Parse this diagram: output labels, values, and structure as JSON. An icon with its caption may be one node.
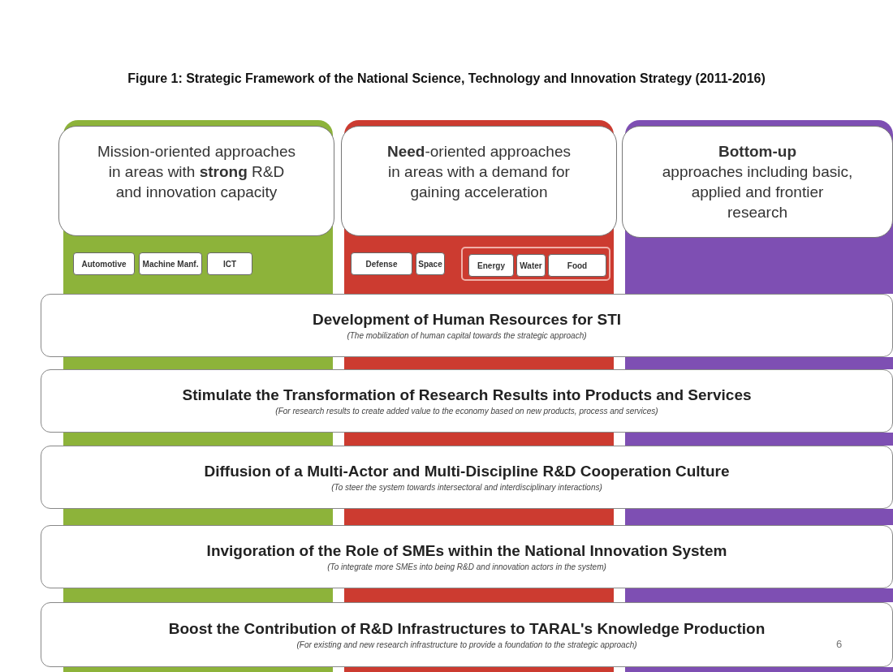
{
  "diagram": {
    "title": "Figure 1: Strategic Framework of the National Science, Technology and Innovation Strategy (2011-2016)",
    "nodes": [
      {
        "text": [],
        "shape": "bar"
      },
      {
        "text": [
          "Mission-oriented approaches in areas with **strong** R&D and innovation capacity"
        ],
        "in": 0
      },
      {
        "text": [
          "Automotive"
        ],
        "in": 0
      },
      {
        "text": [
          "Machine Manf."
        ],
        "in": 0
      },
      {
        "text": [
          "ICT"
        ],
        "in": 0
      },
      {
        "text": [],
        "shape": "bar"
      },
      {
        "text": [
          "**Need**-oriented approaches in areas with a demand for gaining acceleration"
        ],
        "in": 5
      },
      {
        "text": [
          "Defense"
        ],
        "in": 5
      },
      {
        "text": [
          "Space"
        ],
        "in": 5
      },
      {
        "text": [],
        "shape": "box",
        "in": 5
      },
      {
        "text": [
          "Energy"
        ],
        "in": 9
      },
      {
        "text": [
          "Water"
        ],
        "in": 9
      },
      {
        "text": [
          "Food"
        ],
        "in": 9
      },
      {
        "text": [],
        "shape": "bar"
      },
      {
        "text": [
          "Bottom-up",
          "approaches including basic, applied and frontier research"
        ],
        "in": 13
      },
      {
        "text": [
          "Development of Human Resources for STI",
          "(The mobilization of human capital towards the strategic approach)"
        ]
      },
      {
        "text": [
          "Stimulate the Transformation of Research Results into Products and Services",
          "(For research results to create added value to the economy based on new products, process and services)"
        ]
      },
      {
        "text": [
          "Diffusion of a Multi-Actor and Multi-Discipline R&D Cooperation Culture",
          "(To steer the system towards intersectoral and interdisciplinary interactions)"
        ]
      },
      {
        "text": [
          "Invigoration of the Role of SMEs within the National Innovation System",
          "(To integrate more SMEs into being R&D and innovation actors in the system)"
        ]
      },
      {
        "text": [
          "Boost the Contribution of R&D Infrastructures to TARAL's Knowledge Production",
          "(For existing and new research infrastructure to provide a foundation to the strategic approach)"
        ]
      }
    ],
    "edges": [],
    "labels": [
      "6"
    ]
  }
}
